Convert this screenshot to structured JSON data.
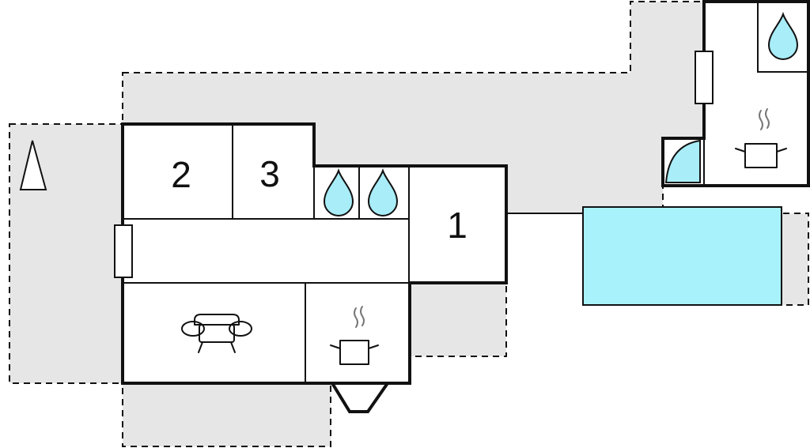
{
  "floorplan": {
    "rooms": [
      {
        "id": "bedroom-1",
        "label": "1"
      },
      {
        "id": "bedroom-2",
        "label": "2"
      },
      {
        "id": "bedroom-3",
        "label": "3"
      }
    ],
    "icons": [
      "north-arrow-icon",
      "water-drop-icon",
      "sofa-icon",
      "cooking-pot-icon",
      "door-icon"
    ],
    "colors": {
      "terrace": "#e6e6e6",
      "water": "#a8edf7",
      "pool": "#a8f2fb",
      "wall": "#111111"
    }
  }
}
